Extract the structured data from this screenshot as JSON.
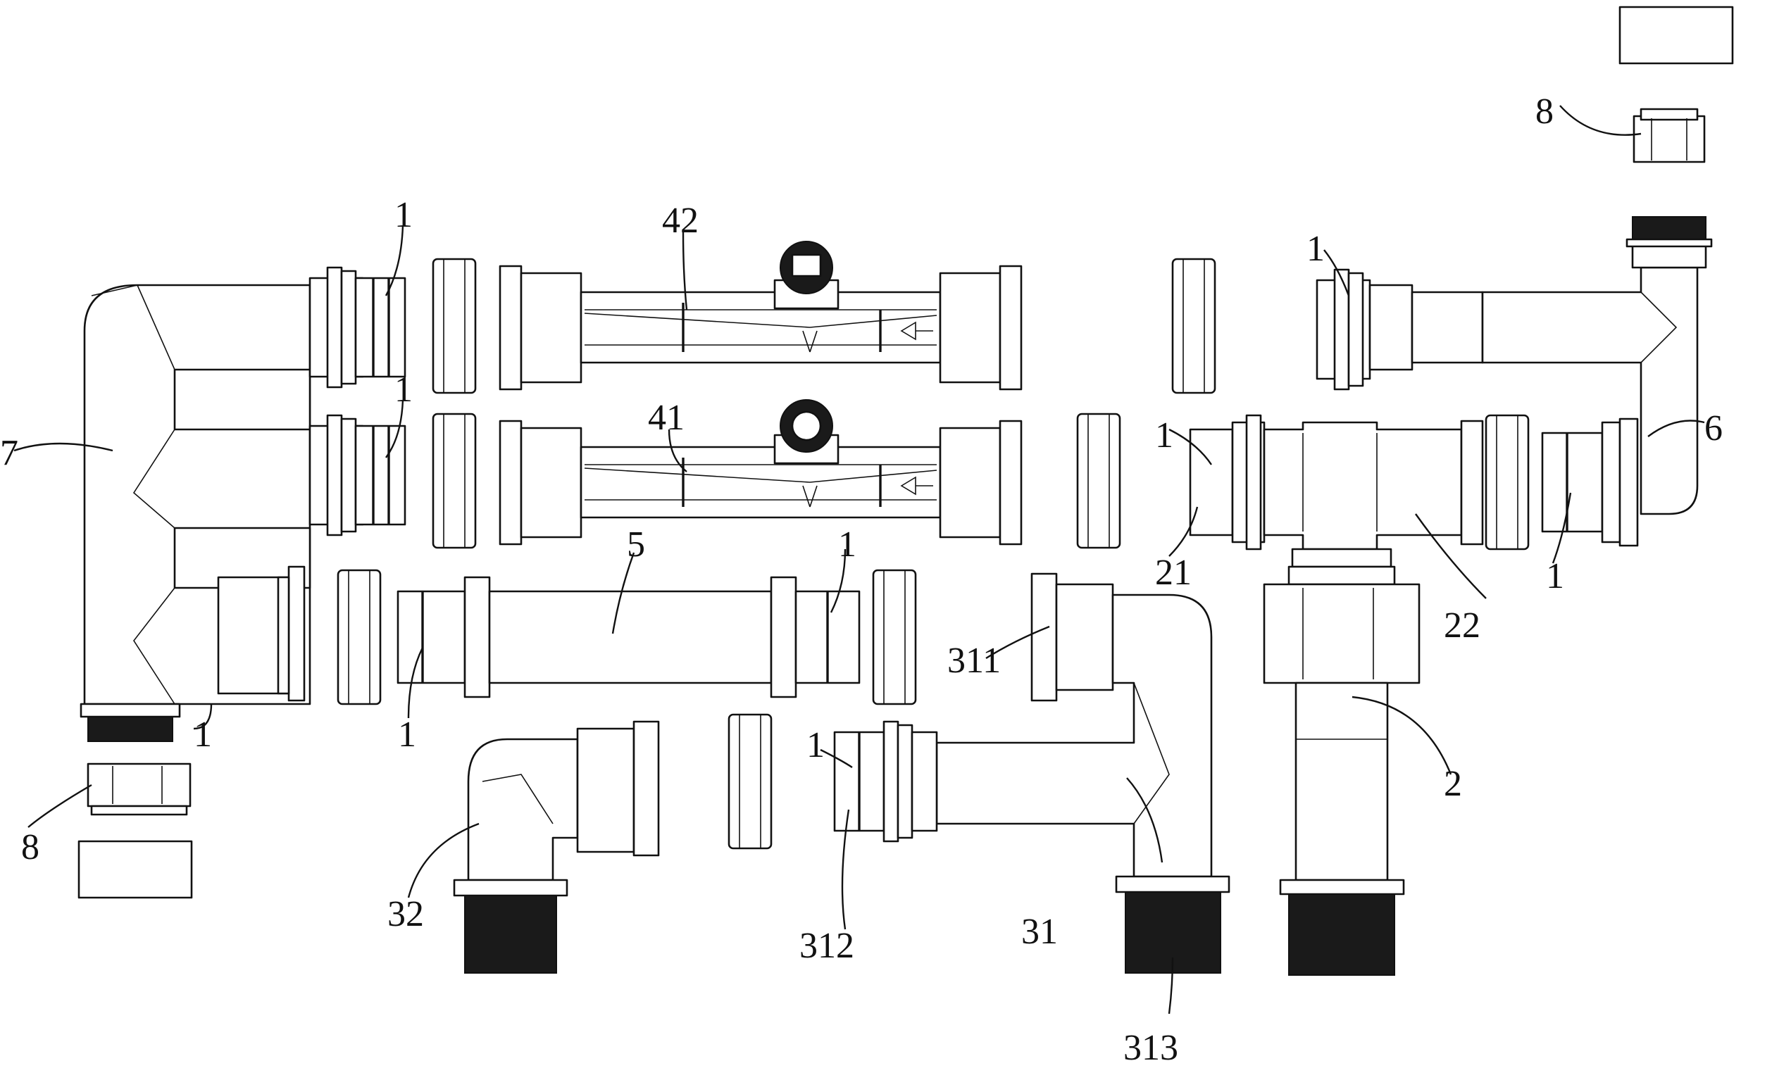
{
  "labels": {
    "l1": "1",
    "l2": "2",
    "l5": "5",
    "l6": "6",
    "l7": "7",
    "l8": "8",
    "l21": "21",
    "l22": "22",
    "l31": "31",
    "l32": "32",
    "l41": "41",
    "l42": "42",
    "l311": "311",
    "l312": "312",
    "l313": "313"
  },
  "colors": {
    "line": "#111111",
    "background": "#ffffff",
    "thread": "#1a1a1a"
  }
}
